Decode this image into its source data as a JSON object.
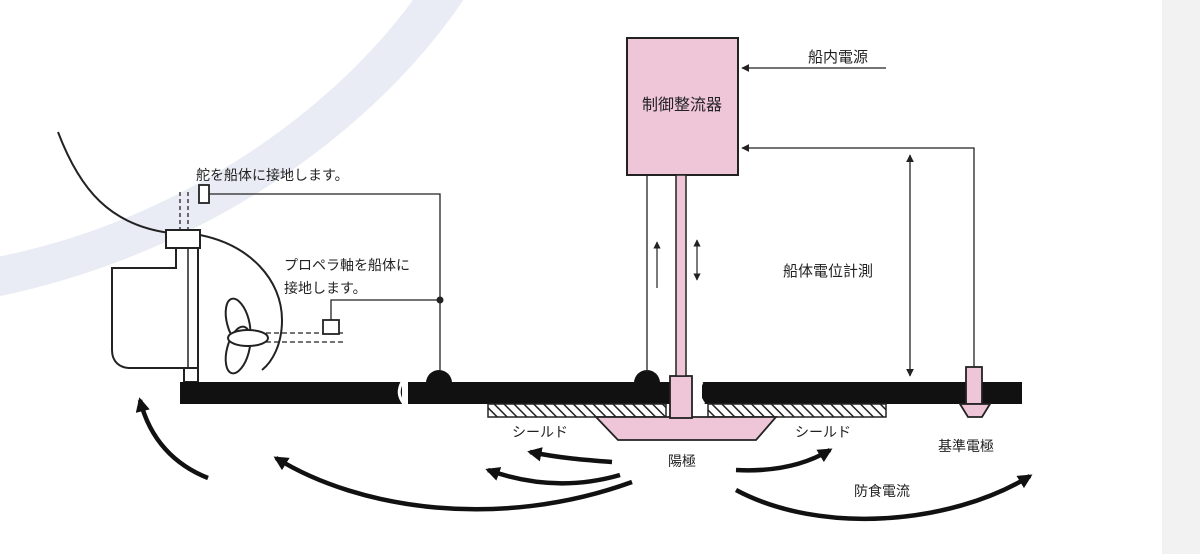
{
  "labels": {
    "control_rectifier": "制御整流器",
    "ship_power": "船内電源",
    "rudder_ground": "舵を船体に接地します。",
    "propeller_ground_line1": "プロペラ軸を船体に",
    "propeller_ground_line2": "接地します。",
    "hull_potential": "船体電位計測",
    "shield_left": "シールド",
    "shield_right": "シールド",
    "anode": "陽極",
    "reference_electrode": "基準電極",
    "anticorrosion_current": "防食電流"
  },
  "colors": {
    "rectifier_fill": "#efc6d8",
    "hull": "#111111",
    "line": "#222222",
    "background_swoosh": "#e9ecf4",
    "right_band": "#f2f2f2"
  }
}
